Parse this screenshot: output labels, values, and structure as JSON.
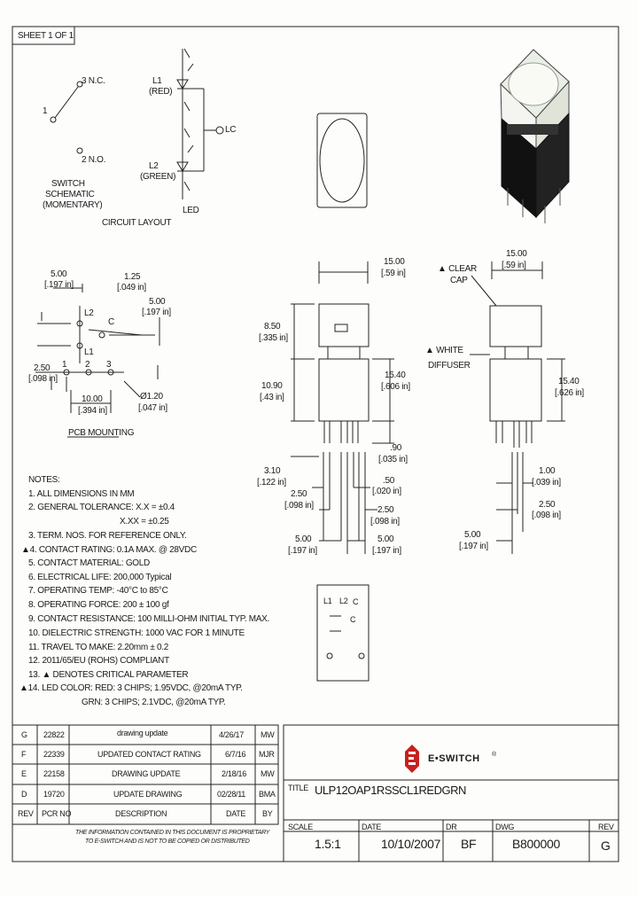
{
  "sheet": "SHEET 1 OF 1",
  "schematic": {
    "pin_1": "1",
    "pin_3": "3 N.C.",
    "pin_2": "2 N.O.",
    "caption": [
      "SWITCH",
      "SCHEMATIC",
      "(MOMENTARY)"
    ]
  },
  "circuit": {
    "l1": "L1",
    "l1_color": "(RED)",
    "l2": "L2",
    "l2_color": "(GREEN)",
    "lc": "LC",
    "led": "LED",
    "caption": "CIRCUIT LAYOUT"
  },
  "pcb": {
    "dim_500": [
      "5.00",
      "[.197 in]"
    ],
    "dim_125": [
      "1.25",
      "[.049 in]"
    ],
    "dim_500b": [
      "5.00",
      "[.197 in]"
    ],
    "l2": "L2",
    "l1": "L1",
    "c": "C",
    "dim_250": [
      "2.50",
      "[.098 in]"
    ],
    "pin1": "1",
    "pin2": "2",
    "pin3": "3",
    "dim_1000": [
      "10.00",
      "[.394 in]"
    ],
    "dim_120": [
      "Ø1.20",
      "[.047 in]"
    ],
    "caption": "PCB MOUNTING"
  },
  "front": {
    "w": [
      "15.00",
      "[.59 in]"
    ],
    "cap_h": [
      "8.50",
      "[.335 in]"
    ],
    "body_h": [
      "10.90",
      "[.43 in]"
    ],
    "total_h": [
      "15.40",
      "[.606 in]"
    ],
    "pin_len": [
      ".90",
      "[.035 in]"
    ],
    "pin_3": [
      "3.10",
      "[.122 in]"
    ],
    "pin_50": [
      ".50",
      "[.020 in]"
    ],
    "pin_250a": [
      "2.50",
      "[.098 in]"
    ],
    "pin_250b": [
      "2.50",
      "[.098 in]"
    ],
    "pin_500a": [
      "5.00",
      "[.197 in]"
    ],
    "pin_500b": [
      "5.00",
      "[.197 in]"
    ]
  },
  "side": {
    "w": [
      "15.00",
      "[.59 in]"
    ],
    "clear_cap": [
      "▲ CLEAR",
      "CAP"
    ],
    "diffuser": [
      "▲ WHITE",
      "DIFFUSER"
    ],
    "total_h": [
      "15.40",
      "[.626 in]"
    ],
    "pin_100": [
      "1.00",
      "[.039 in]"
    ],
    "pin_250": [
      "2.50",
      "[.098 in]"
    ],
    "pin_500": [
      "5.00",
      "[.197 in]"
    ]
  },
  "bottom": {
    "l1": "L1",
    "l2": "L2",
    "c1": "C",
    "c2": "C"
  },
  "notes": {
    "heading": "NOTES:",
    "items": [
      "1. ALL DIMENSIONS IN MM",
      "2. GENERAL TOLERANCE: X.X = ±0.4",
      "X.XX = ±0.25",
      "3. TERM. NOS. FOR REFERENCE ONLY.",
      "▲4. CONTACT RATING: 0.1A MAX. @ 28VDC",
      "5. CONTACT MATERIAL: GOLD",
      "6. ELECTRICAL LIFE: 200,000 Typical",
      "7. OPERATING TEMP: -40°C to 85°C",
      "8. OPERATING FORCE: 200 ± 100 gf",
      "9. CONTACT RESISTANCE: 100 MILLI-OHM INITIAL TYP. MAX.",
      "10. DIELECTRIC STRENGTH: 1000 VAC FOR 1 MINUTE",
      "11. TRAVEL TO MAKE: 2.20mm ± 0.2",
      "12. 2011/65/EU (ROHS) COMPLIANT",
      "13. ▲ DENOTES CRITICAL PARAMETER",
      "▲14. LED COLOR: RED: 3 CHIPS; 1.95VDC, @20mA TYP.",
      "GRN: 3 CHIPS; 2.1VDC, @20mA TYP."
    ]
  },
  "revisions": {
    "rows": [
      {
        "rev": "G",
        "pcr": "22822",
        "desc": "drawing update",
        "date": "4/26/17",
        "by": "MW"
      },
      {
        "rev": "F",
        "pcr": "22339",
        "desc": "UPDATED CONTACT RATING",
        "date": "6/7/16",
        "by": "MJR"
      },
      {
        "rev": "E",
        "pcr": "22158",
        "desc": "DRAWING UPDATE",
        "date": "2/18/16",
        "by": "MW"
      },
      {
        "rev": "D",
        "pcr": "19720",
        "desc": "UPDATE DRAWING",
        "date": "02/28/11",
        "by": "BMA"
      }
    ],
    "header": {
      "rev": "REV",
      "pcr": "PCR NO",
      "desc": "DESCRIPTION",
      "date": "DATE",
      "by": "BY"
    },
    "disclaimer": [
      "THE INFORMATION CONTAINED IN THIS DOCUMENT IS PROPRIETARY",
      "TO E-SWITCH AND IS NOT TO BE COPIED OR DISTRIBUTED"
    ]
  },
  "title_block": {
    "logo_text": "E•SWITCH",
    "logo_reg": "®",
    "title_label": "TITLE",
    "title": "ULP12OAP1RSSCL1REDGRN",
    "scale_label": "SCALE",
    "scale": "1.5:1",
    "date_label": "DATE",
    "date": "10/10/2007",
    "dr_label": "DR",
    "dr": "BF",
    "dwg_label": "DWG",
    "dwg": "B800000",
    "rev_label": "REV",
    "rev": "G"
  },
  "colors": {
    "line": "#1a1a1a",
    "logo_red": "#c8201e",
    "paper": "#fdfdfc"
  }
}
